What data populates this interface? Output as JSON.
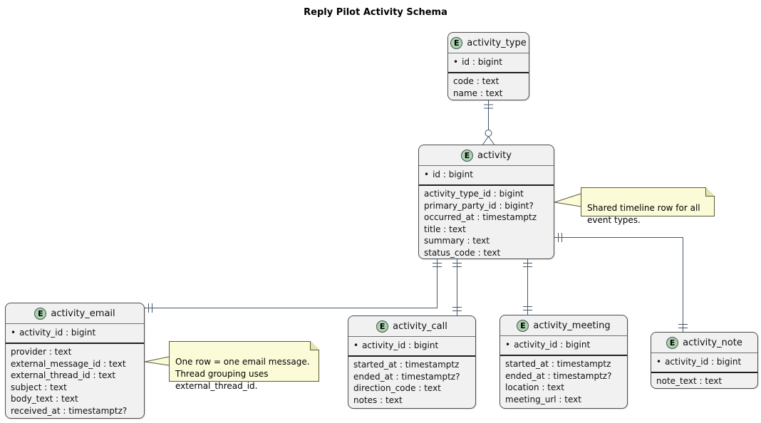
{
  "title": "Reply Pilot Activity Schema",
  "glyphs": {
    "entity_badge": "E",
    "key_bullet": "•"
  },
  "colors": {
    "entity_background": "#F1F1F1",
    "entity_badge_background": "#ADD1B2",
    "note_background": "#FBFBD8",
    "relationship_line": "#44566B"
  },
  "entities": {
    "activity_type": {
      "name": "activity_type",
      "keys": [
        "id : bigint"
      ],
      "fields": [
        "code : text",
        "name : text"
      ]
    },
    "activity": {
      "name": "activity",
      "keys": [
        "id : bigint"
      ],
      "fields": [
        "activity_type_id : bigint",
        "primary_party_id : bigint?",
        "occurred_at : timestamptz",
        "title : text",
        "summary : text",
        "status_code : text"
      ]
    },
    "activity_email": {
      "name": "activity_email",
      "keys": [
        "activity_id : bigint"
      ],
      "fields": [
        "provider : text",
        "external_message_id : text",
        "external_thread_id : text",
        "subject : text",
        "body_text : text",
        "received_at : timestamptz?"
      ]
    },
    "activity_call": {
      "name": "activity_call",
      "keys": [
        "activity_id : bigint"
      ],
      "fields": [
        "started_at : timestamptz",
        "ended_at : timestamptz?",
        "direction_code : text",
        "notes : text"
      ]
    },
    "activity_meeting": {
      "name": "activity_meeting",
      "keys": [
        "activity_id : bigint"
      ],
      "fields": [
        "started_at : timestamptz",
        "ended_at : timestamptz?",
        "location : text",
        "meeting_url : text"
      ]
    },
    "activity_note": {
      "name": "activity_note",
      "keys": [
        "activity_id : bigint"
      ],
      "fields": [
        "note_text : text"
      ]
    }
  },
  "notes": {
    "activity_note": "Shared timeline row for all\nevent types.",
    "email_note": "One row = one email message.\nThread grouping uses\nexternal_thread_id."
  }
}
